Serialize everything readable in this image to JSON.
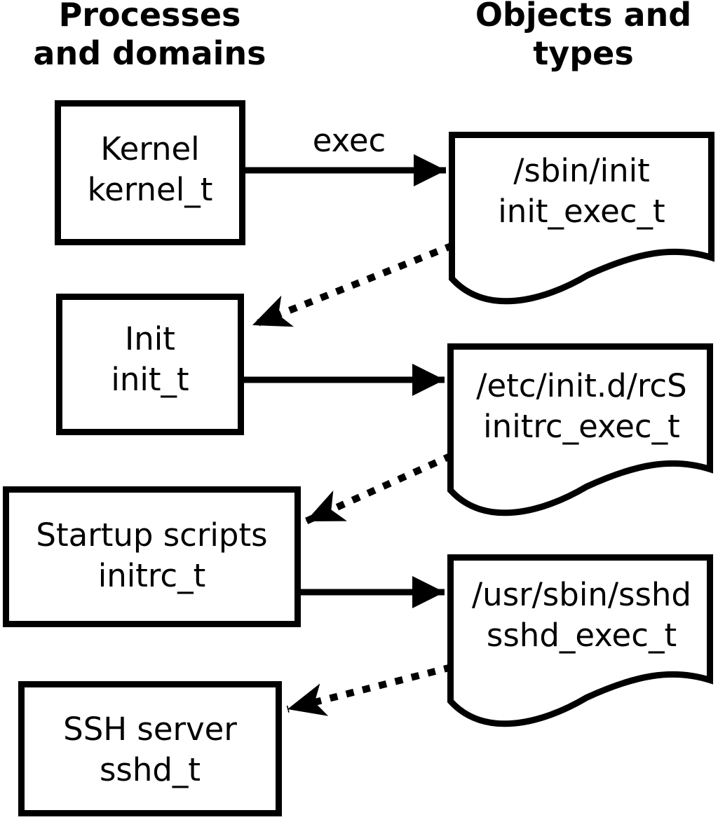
{
  "headers": {
    "left": {
      "line1": "Processes",
      "line2": "and domains"
    },
    "right": {
      "line1": "Objects and",
      "line2": "types"
    }
  },
  "processes": [
    {
      "name": "Kernel",
      "domain": "kernel_t"
    },
    {
      "name": "Init",
      "domain": "init_t"
    },
    {
      "name": "Startup scripts",
      "domain": "initrc_t"
    },
    {
      "name": "SSH server",
      "domain": "sshd_t"
    }
  ],
  "objects": [
    {
      "path": "/sbin/init",
      "type": "init_exec_t"
    },
    {
      "path": "/etc/init.d/rcS",
      "type": "initrc_exec_t"
    },
    {
      "path": "/usr/sbin/sshd",
      "type": "sshd_exec_t"
    }
  ],
  "arrows": {
    "exec_label": "exec",
    "edges": [
      {
        "from": "kernel_t",
        "to": "init_exec_t",
        "label": "exec",
        "style": "solid"
      },
      {
        "from": "init_exec_t",
        "to": "init_t",
        "label": "",
        "style": "dotted"
      },
      {
        "from": "init_t",
        "to": "initrc_exec_t",
        "label": "",
        "style": "solid"
      },
      {
        "from": "initrc_exec_t",
        "to": "initrc_t",
        "label": "",
        "style": "dotted"
      },
      {
        "from": "initrc_t",
        "to": "sshd_exec_t",
        "label": "",
        "style": "solid"
      },
      {
        "from": "sshd_exec_t",
        "to": "sshd_t",
        "label": "",
        "style": "dotted"
      }
    ]
  },
  "colors": {
    "foreground": "#000000",
    "background": "#ffffff",
    "shape_fill": "#ffffff"
  }
}
